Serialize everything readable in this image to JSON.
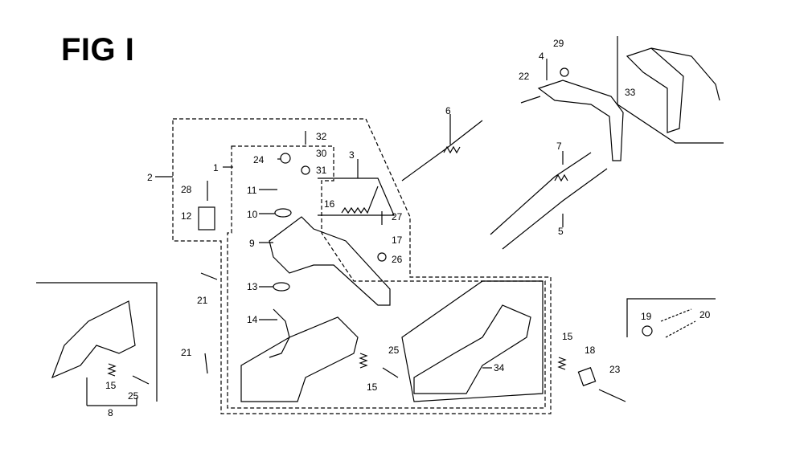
{
  "figure": {
    "title": "FIG I"
  },
  "callouts": {
    "c1": "1",
    "c2": "2",
    "c3": "3",
    "c4": "4",
    "c5": "5",
    "c6": "6",
    "c7": "7",
    "c8": "8",
    "c9": "9",
    "c10": "10",
    "c11": "11",
    "c12": "12",
    "c13": "13",
    "c14": "14",
    "c15a": "15",
    "c15b": "15",
    "c15c": "15",
    "c16": "16",
    "c17": "17",
    "c18": "18",
    "c19": "19",
    "c20": "20",
    "c21a": "21",
    "c21b": "21",
    "c22": "22",
    "c23": "23",
    "c24": "24",
    "c25a": "25",
    "c25b": "25",
    "c26": "26",
    "c27": "27",
    "c28": "28",
    "c29": "29",
    "c30": "30",
    "c31": "31",
    "c32": "32",
    "c33": "33",
    "c34": "34"
  }
}
